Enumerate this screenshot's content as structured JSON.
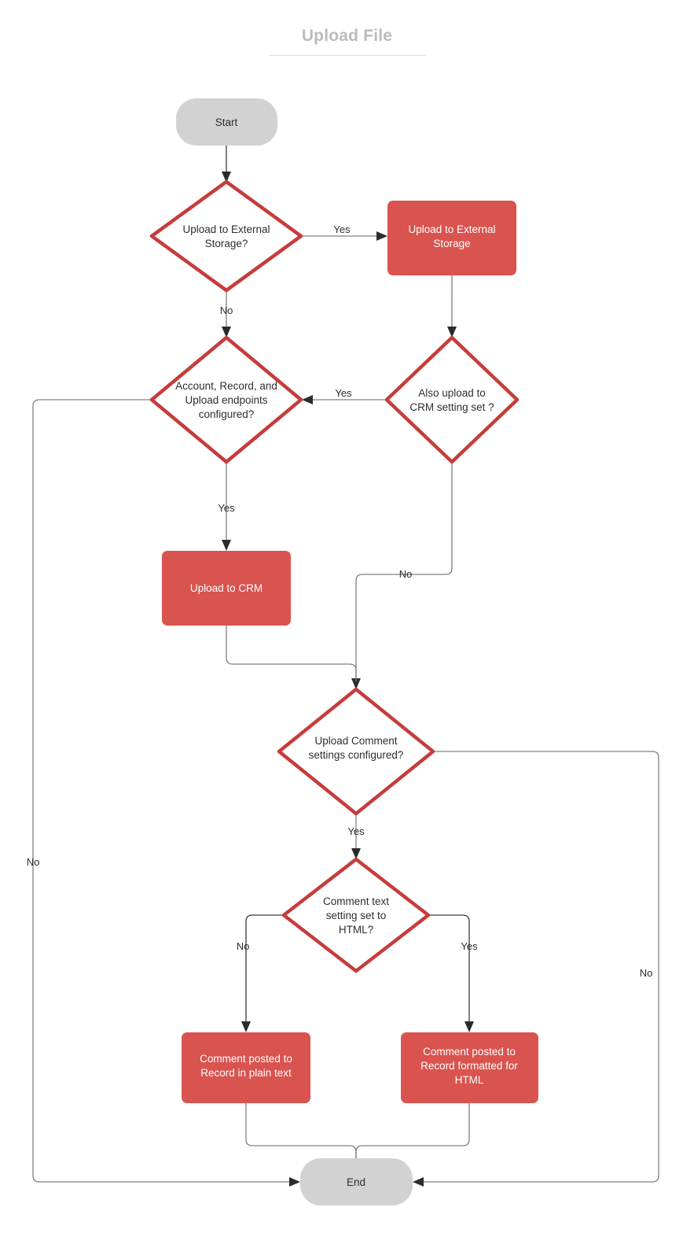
{
  "title": "Upload File",
  "colors": {
    "process_fill": "#d9534f",
    "terminator_fill": "#d2d2d2",
    "decision_stroke": "#c63c3c",
    "connector": "#808080",
    "title_text": "#b9bbbd"
  },
  "nodes": {
    "start": {
      "label": "Start",
      "type": "terminator"
    },
    "d_external": {
      "label_line1": "Upload to External",
      "label_line2": "Storage?",
      "type": "decision"
    },
    "p_external": {
      "label_line1": "Upload to External",
      "label_line2": "Storage",
      "type": "process"
    },
    "d_crm_setting": {
      "label_line1": "Also upload to",
      "label_line2": "CRM setting set ?",
      "type": "decision"
    },
    "d_endpoints": {
      "label_line1": "Account, Record, and",
      "label_line2": "Upload endpoints",
      "label_line3": "configured?",
      "type": "decision"
    },
    "p_crm": {
      "label": "Upload to CRM",
      "type": "process"
    },
    "d_comment_settings": {
      "label_line1": "Upload Comment",
      "label_line2": "settings configured?",
      "type": "decision"
    },
    "d_comment_html": {
      "label_line1": "Comment text",
      "label_line2": "setting set to",
      "label_line3": "HTML?",
      "type": "decision"
    },
    "p_plain": {
      "label_line1": "Comment posted to",
      "label_line2": "Record in plain text",
      "type": "process"
    },
    "p_html": {
      "label_line1": "Comment posted to",
      "label_line2": "Record formatted for",
      "label_line3": "HTML",
      "type": "process"
    },
    "end": {
      "label": "End",
      "type": "terminator"
    }
  },
  "edge_labels": {
    "external_yes": "Yes",
    "external_no": "No",
    "crm_setting_yes": "Yes",
    "crm_setting_no": "No",
    "endpoints_yes": "Yes",
    "endpoints_no": "No",
    "comment_settings_yes": "Yes",
    "comment_settings_no": "No",
    "comment_html_no": "No",
    "comment_html_yes": "Yes"
  }
}
